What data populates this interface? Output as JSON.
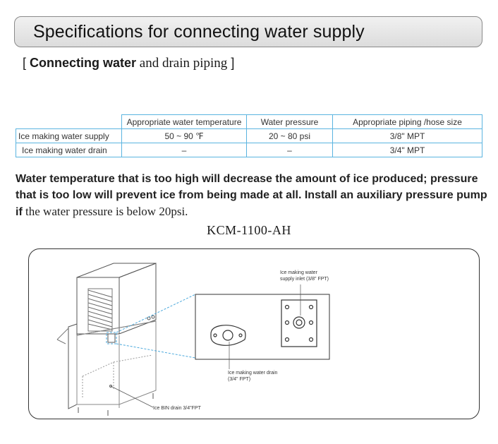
{
  "header": {
    "title": "Specifications for connecting water supply"
  },
  "subhead": {
    "bracket_open": "[ ",
    "bold": "Connecting water",
    "rest": " and drain piping",
    "bracket_close": " ]"
  },
  "spec_table": {
    "columns": [
      "Appropriate water temperature",
      "Water pressure",
      "Appropriate piping /hose size"
    ],
    "rows": [
      {
        "label": "Ice making water supply",
        "temperature": "50 ~ 90 ℉",
        "pressure": "20 ~ 80 psi",
        "size": "3/8\" MPT"
      },
      {
        "label": "Ice making water drain",
        "temperature": "–",
        "pressure": "–",
        "size": "3/4\" MPT"
      }
    ]
  },
  "note": {
    "text_bold": "Water temperature that is too high will decrease the amount of ice produced; pressure that is too low will prevent ice from being made at all. Install an auxiliary pressure pump if",
    "text_serif": " the water pressure is below 20psi."
  },
  "model": {
    "name": "KCM-1100-AH"
  },
  "diagram": {
    "supply_inlet_line1": "Ice making water",
    "supply_inlet_line2": "supply inlet (3/8\" FPT)",
    "drain_line1": "Ice making water drain",
    "drain_line2": "(3/4\" FPT)",
    "bin_drain": "Ice BIN drain 3/4\"FPT",
    "accent_color": "#4aa8dc"
  }
}
